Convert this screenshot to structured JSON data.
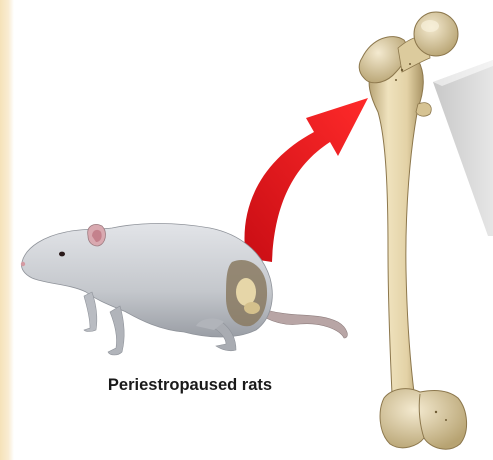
{
  "caption": "Periestropaused rats",
  "colors": {
    "arrow": "#e8141c",
    "rat_fur": "#c9ccd1",
    "bone": "#e3d2a6",
    "zoom_panel": "#d7d7d7"
  },
  "icons": [
    "rat-illustration",
    "femur-bone-illustration",
    "red-curved-arrow",
    "zoom-callout-panel"
  ]
}
